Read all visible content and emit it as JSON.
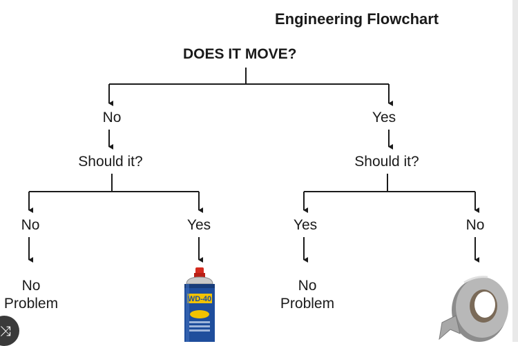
{
  "title": "Engineering Flowchart",
  "root_question": "DOES IT MOVE?",
  "branches": {
    "left": {
      "answer": "No",
      "question": "Should it?",
      "outcomes": [
        {
          "answer": "No",
          "result": "No Problem"
        },
        {
          "answer": "Yes",
          "result_image": "wd-40-can"
        }
      ]
    },
    "right": {
      "answer": "Yes",
      "question": "Should it?",
      "outcomes": [
        {
          "answer": "Yes",
          "result": "No Problem"
        },
        {
          "answer": "No",
          "result_image": "duct-tape-roll"
        }
      ]
    }
  },
  "can_label": "WD-40",
  "colors": {
    "line": "#1a1a1a",
    "can_blue": "#1f4e9c",
    "can_yellow": "#f2c200",
    "can_red": "#d42a1e",
    "tape": "#9a9a9a"
  },
  "corner_icon": "shuffle-icon"
}
